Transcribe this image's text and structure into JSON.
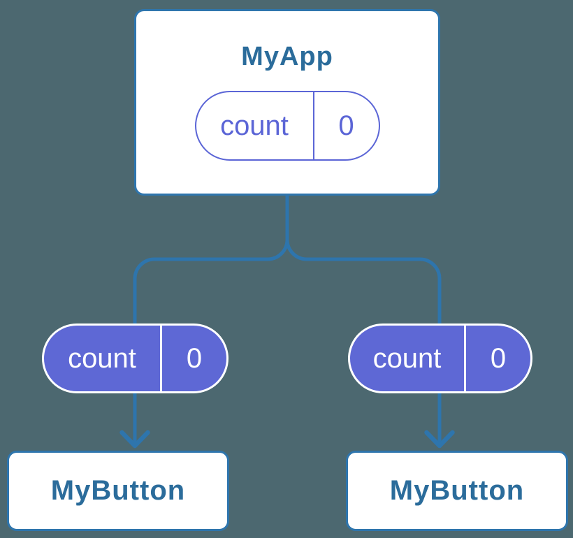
{
  "diagram": {
    "root": {
      "name": "MyApp",
      "state": {
        "key": "count",
        "value": "0"
      }
    },
    "children": [
      {
        "name": "MyButton",
        "state": {
          "key": "count",
          "value": "0"
        }
      },
      {
        "name": "MyButton",
        "state": {
          "key": "count",
          "value": "0"
        }
      }
    ]
  },
  "colors": {
    "background": "#4C6870",
    "node_border": "#2E75AD",
    "node_background": "#FFFFFF",
    "node_text": "#2B6C9B",
    "connector": "#2E75AD",
    "state_purple_stroke": "#5B65D6",
    "state_purple_fill": "#5E68D5",
    "state_text_on_fill": "#FFFFFF"
  }
}
